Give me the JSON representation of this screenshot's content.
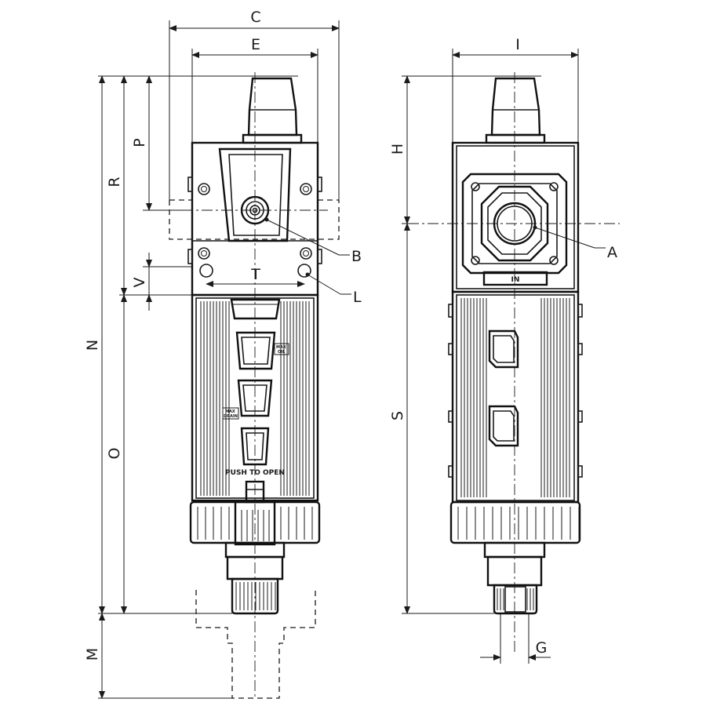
{
  "dimensions": {
    "C": "C",
    "E": "E",
    "I": "I",
    "P": "P",
    "R": "R",
    "H": "H",
    "V": "V",
    "T": "T",
    "N": "N",
    "O": "O",
    "S": "S",
    "M": "M",
    "G": "G"
  },
  "callouts": {
    "B": "B",
    "L": "L",
    "A": "A"
  },
  "labels": {
    "push_to_open": "PUSH  TO  OPEN",
    "inlet": "IN",
    "max_oil_1": "MAX",
    "max_oil_2": "OIL",
    "max_drain_1": "MAX",
    "max_drain_2": "DRAIN"
  }
}
